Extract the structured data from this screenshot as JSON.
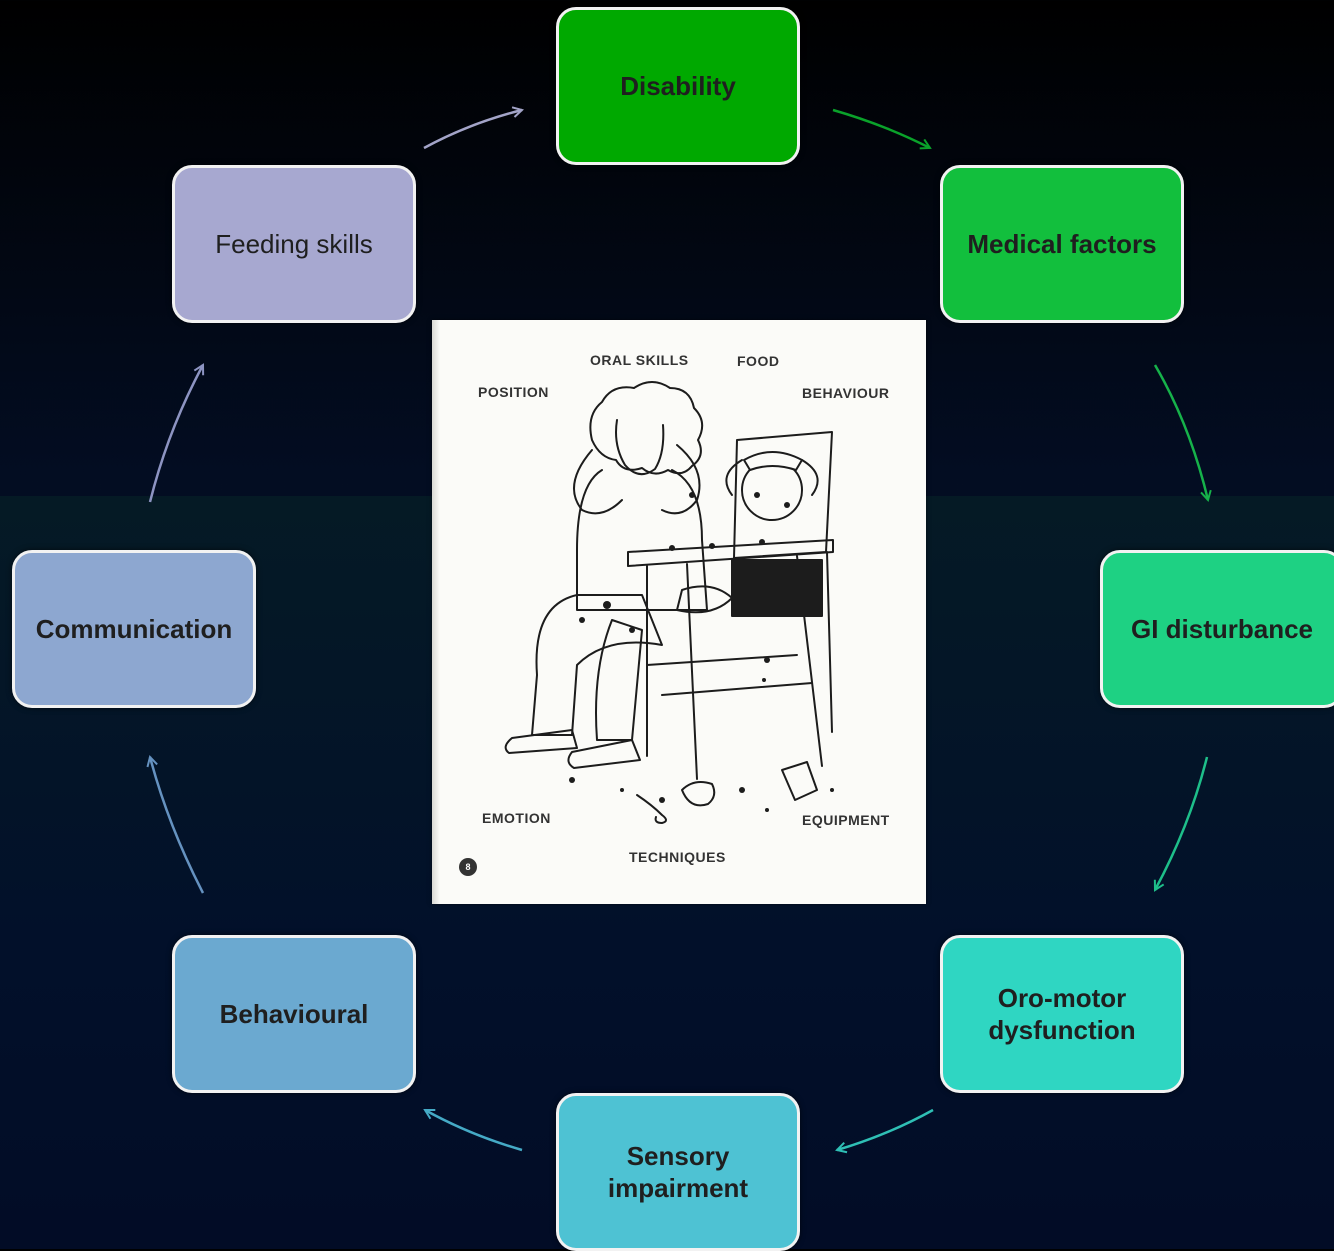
{
  "nodes": {
    "disability": "Disability",
    "medical_factors": "Medical factors",
    "gi_disturbance": "GI disturbance",
    "oro_motor": "Oro-motor dysfunction",
    "sensory": "Sensory impairment",
    "behavioural": "Behavioural",
    "communication": "Communication",
    "feeding_skills": "Feeding skills"
  },
  "illustration": {
    "oral_skills": "ORAL SKILLS",
    "food": "FOOD",
    "position": "POSITION",
    "behaviour": "BEHAVIOUR",
    "emotion": "EMOTION",
    "equipment": "EQUIPMENT",
    "techniques": "TECHNIQUES",
    "page_number": "8"
  },
  "colors": {
    "disability": "#00a900",
    "medical_factors": "#12bf3d",
    "gi_disturbance": "#1ed183",
    "oro_motor": "#2fd6c2",
    "sensory": "#4ec2d3",
    "behavioural": "#6ba9d0",
    "communication": "#8da7d0",
    "feeding_skills": "#a7a8d0"
  }
}
